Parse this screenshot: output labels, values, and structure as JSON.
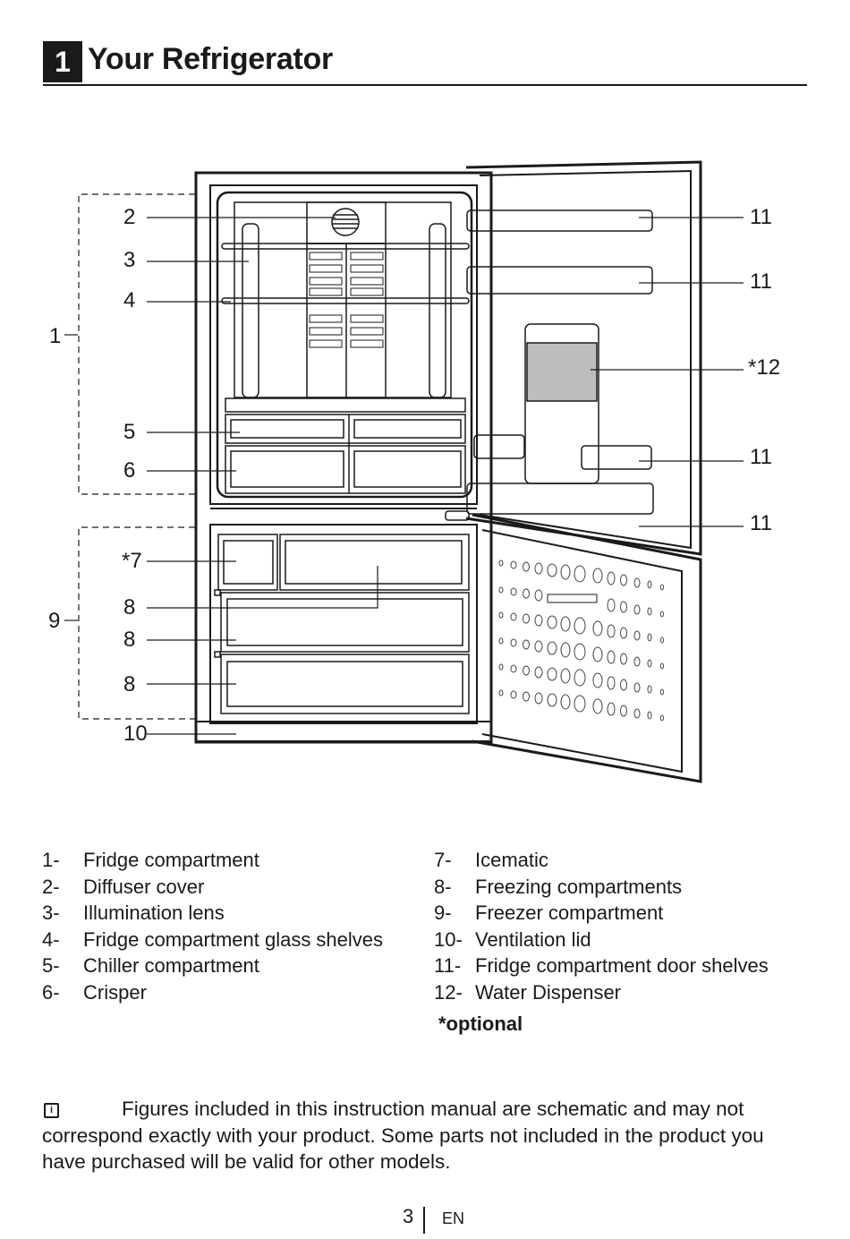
{
  "section": {
    "number": "1",
    "title": "Your Refrigerator"
  },
  "callouts": {
    "c1": "1",
    "c2": "2",
    "c3": "3",
    "c4": "4",
    "c5": "5",
    "c6": "6",
    "c7": "*7",
    "c8a": "8",
    "c8b": "8",
    "c8c": "8",
    "c9": "9",
    "c10": "10",
    "c11a": "11",
    "c11b": "11",
    "c12": "*12",
    "c11c": "11",
    "c11d": "11"
  },
  "legend": {
    "left": [
      {
        "num": "1-",
        "text": "Fridge compartment"
      },
      {
        "num": "2-",
        "text": "Diffuser cover"
      },
      {
        "num": "3-",
        "text": "Illumination lens"
      },
      {
        "num": "4-",
        "text": "Fridge compartment glass shelves"
      },
      {
        "num": "5-",
        "text": "Chiller compartment"
      },
      {
        "num": "6-",
        "text": "Crisper"
      }
    ],
    "right": [
      {
        "num": "7-",
        "text": "Icematic"
      },
      {
        "num": "8-",
        "text": "Freezing compartments"
      },
      {
        "num": "9-",
        "text": "Freezer compartment"
      },
      {
        "num": "10-",
        "text": "Ventilation lid"
      },
      {
        "num": "11-",
        "text": "Fridge compartment door shelves"
      },
      {
        "num": "12-",
        "text": "Water Dispenser"
      }
    ],
    "optional_note": "*optional"
  },
  "note": {
    "icon": "info-icon",
    "text": "Figures included in this instruction manual are schematic and may not correspond exactly with your product.  Some parts not included in the product you have purchased will be valid for other models."
  },
  "footer": {
    "page": "3",
    "lang": "EN"
  }
}
